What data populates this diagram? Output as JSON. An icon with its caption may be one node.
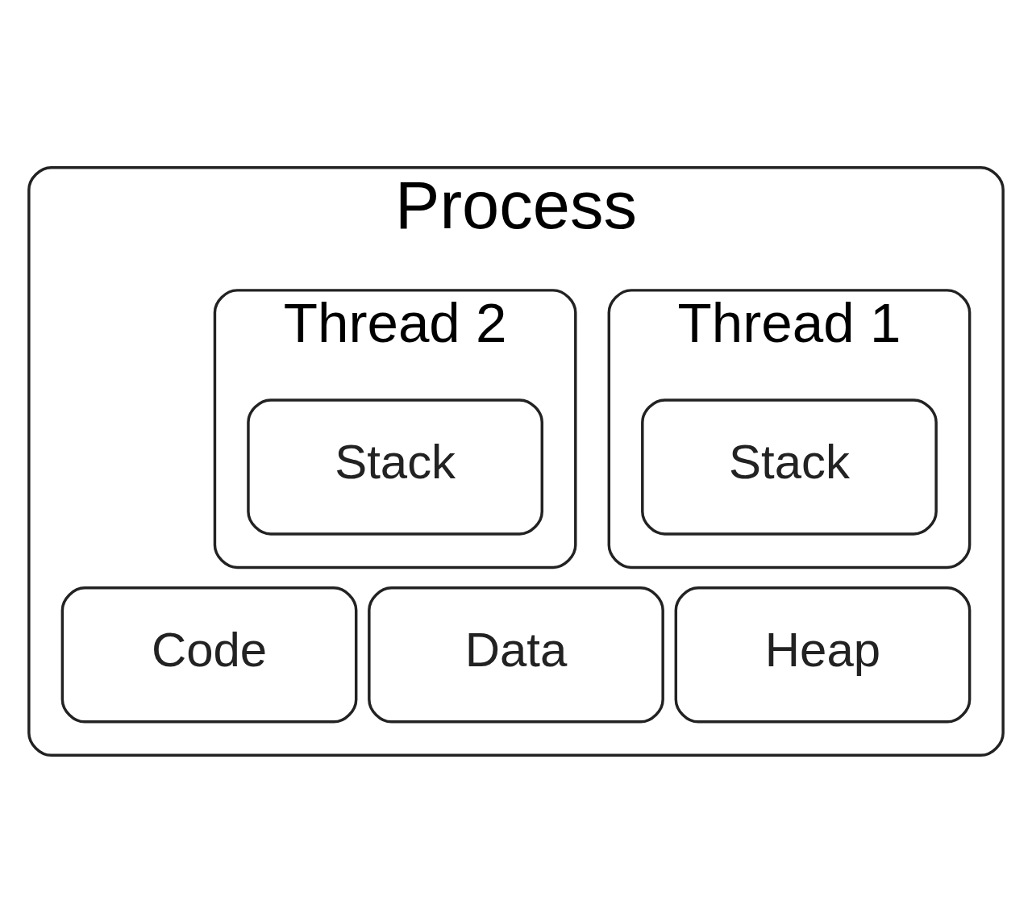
{
  "diagram": {
    "nodes": [
      {
        "text": [
          "Process"
        ]
      },
      {
        "text": [
          "Thread 1"
        ],
        "in": 0
      },
      {
        "text": [
          "Stack"
        ],
        "in": 1
      },
      {
        "text": [
          "Thread 2"
        ],
        "in": 0
      },
      {
        "text": [
          "Stack"
        ],
        "in": 3
      },
      {
        "text": [
          "Heap"
        ],
        "in": 0
      },
      {
        "text": [
          "Code"
        ],
        "in": 0
      },
      {
        "text": [
          "Data"
        ],
        "in": 0
      }
    ]
  }
}
